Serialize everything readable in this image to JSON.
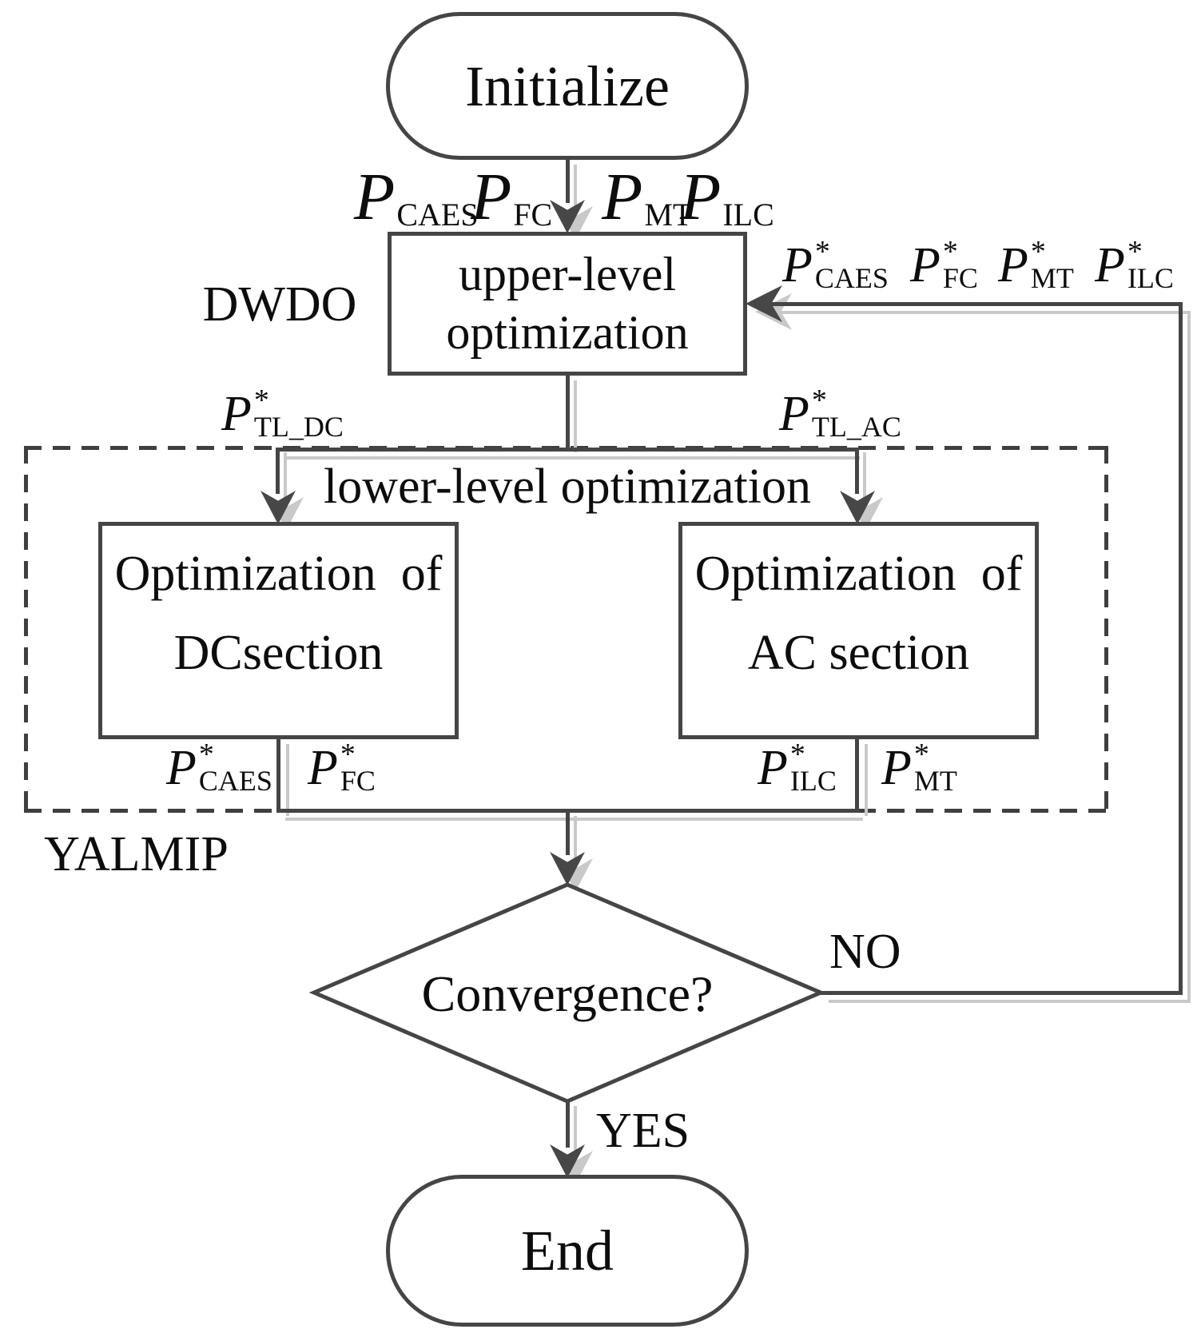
{
  "colors": {
    "line": "#454545",
    "text": "#0d0d0d",
    "shadow": "#c9c9c9",
    "background": "#ffffff"
  },
  "nodes": {
    "initialize": {
      "label": "Initialize"
    },
    "upper": {
      "line1": "upper-level",
      "line2": "optimization"
    },
    "lower_title": {
      "label": "lower-level optimization"
    },
    "dc_box": {
      "line1": "Optimization  of",
      "line2": "DCsection"
    },
    "ac_box": {
      "line1": "Optimization  of",
      "line2": "AC section"
    },
    "decision": {
      "label": "Convergence?"
    },
    "end": {
      "label": "End"
    }
  },
  "section_labels": {
    "dwdo": "DWDO",
    "yalmip": "YALMIP"
  },
  "edge_labels": {
    "yes": "YES",
    "no": "NO"
  },
  "variables": {
    "top_inputs": [
      {
        "base": "P",
        "sub": "CAES"
      },
      {
        "base": "P",
        "sub": "FC"
      },
      {
        "base": "P",
        "sub": "MT"
      },
      {
        "base": "P",
        "sub": "ILC"
      }
    ],
    "feedback_outputs": [
      {
        "base": "P",
        "star": "*",
        "sub": "CAES"
      },
      {
        "base": "P",
        "star": "*",
        "sub": "FC"
      },
      {
        "base": "P",
        "star": "*",
        "sub": "MT"
      },
      {
        "base": "P",
        "star": "*",
        "sub": "ILC"
      }
    ],
    "tl_dc": {
      "base": "P",
      "star": "*",
      "sub": "TL_DC"
    },
    "tl_ac": {
      "base": "P",
      "star": "*",
      "sub": "TL_AC"
    },
    "dc_outputs": [
      {
        "base": "P",
        "star": "*",
        "sub": "CAES"
      },
      {
        "base": "P",
        "star": "*",
        "sub": "FC"
      }
    ],
    "ac_outputs": [
      {
        "base": "P",
        "star": "*",
        "sub": "ILC"
      },
      {
        "base": "P",
        "star": "*",
        "sub": "MT"
      }
    ]
  }
}
